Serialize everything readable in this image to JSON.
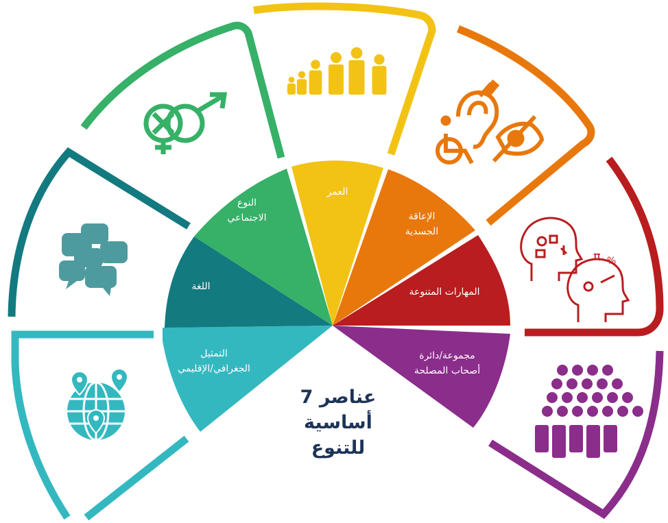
{
  "center_title": {
    "line1": "7 عناصر",
    "line2": "أساسية",
    "line3": "للتنوع",
    "color": "#1d3458"
  },
  "segments": [
    {
      "key": "geographic",
      "lines": [
        "التمثيل",
        "الجغرافي/الإقليمي"
      ],
      "color": "#34b8c0",
      "icon": "globe-pins-icon"
    },
    {
      "key": "language",
      "lines": [
        "اللغة"
      ],
      "color": "#137a80",
      "icon": "speech-bubbles-icon"
    },
    {
      "key": "gender",
      "lines": [
        "النوع",
        "الاجتماعي"
      ],
      "color": "#37b068",
      "icon": "gender-symbols-icon"
    },
    {
      "key": "age",
      "lines": [
        "العمر"
      ],
      "color": "#f2c314",
      "icon": "people-ages-icon"
    },
    {
      "key": "disability",
      "lines": [
        "الإعاقة",
        "الجسدية"
      ],
      "color": "#e8780c",
      "icon": "disability-icons"
    },
    {
      "key": "skills",
      "lines": [
        "المهارات المتنوعة"
      ],
      "color": "#b91d1f",
      "icon": "thinking-heads-icon"
    },
    {
      "key": "stakeholders",
      "lines": [
        "مجموعة/دائرة",
        "أصحاب المصلحة"
      ],
      "color": "#8b2d8b",
      "icon": "crowd-icon"
    }
  ],
  "icon_glyphs": {
    "pi": "π",
    "percent": "%"
  }
}
